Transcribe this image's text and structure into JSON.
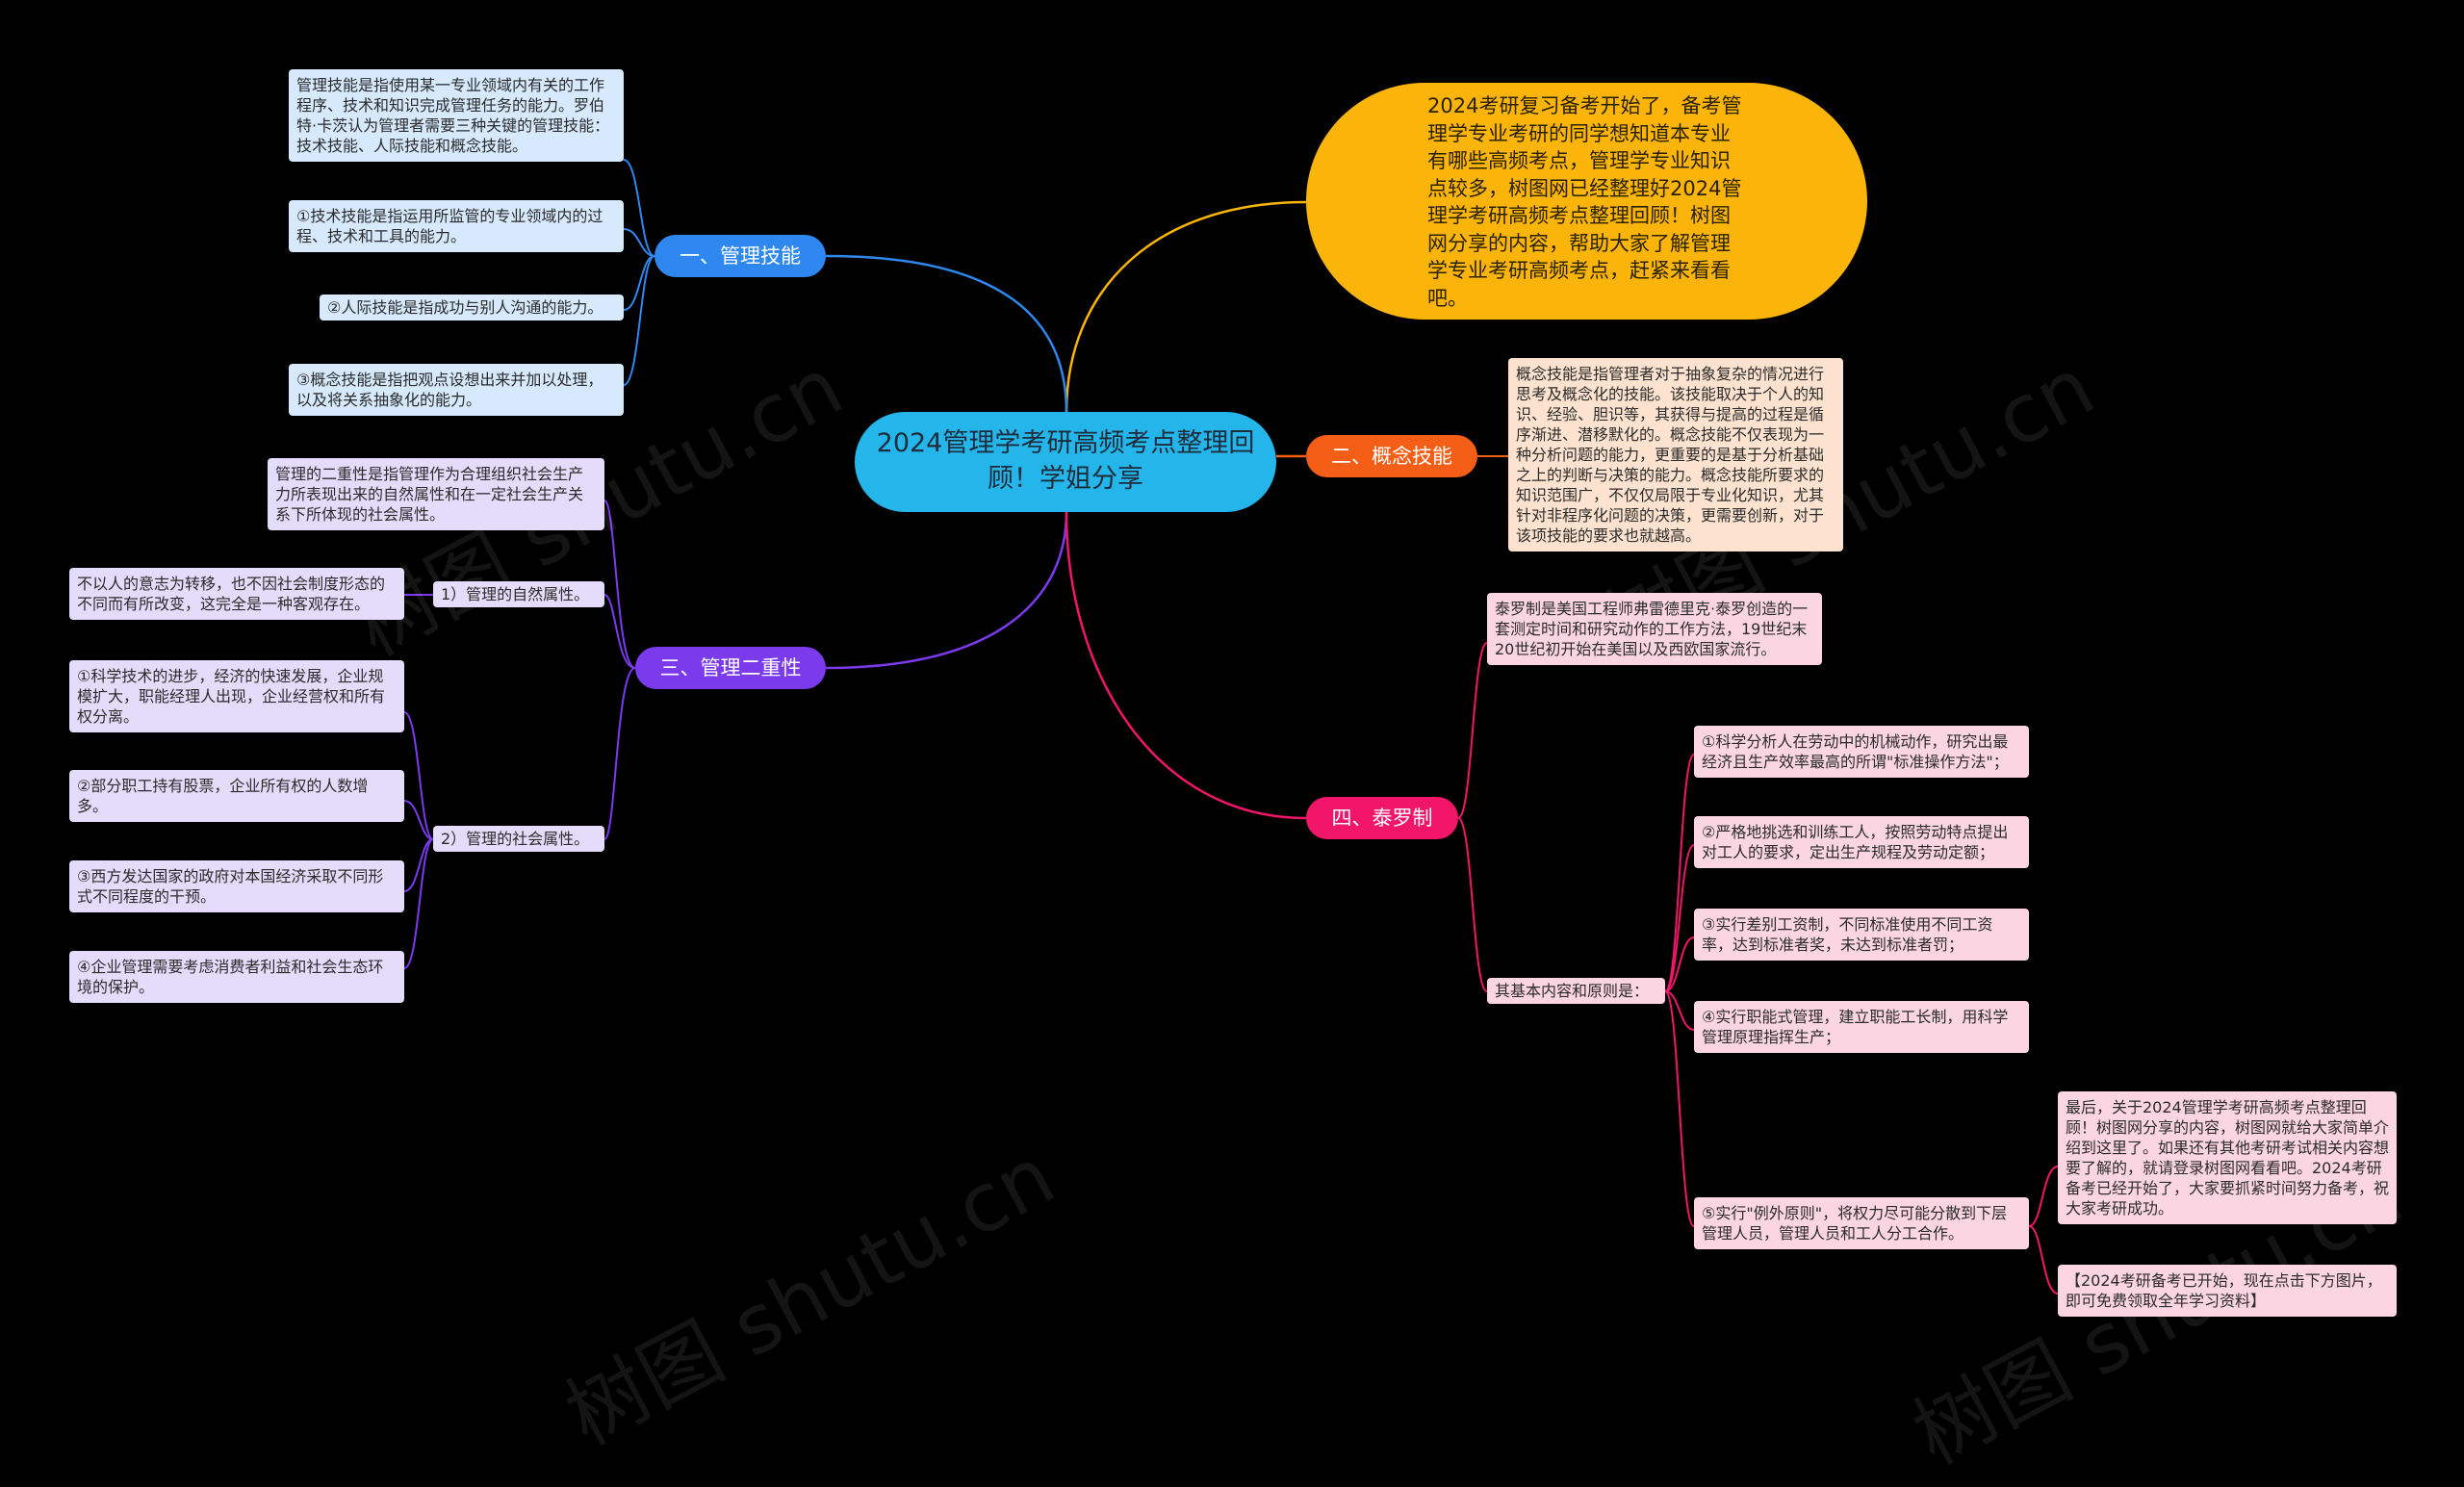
{
  "root": {
    "title": "2024管理学考研高频考点整理回顾！学姐分享"
  },
  "intro": {
    "text": "2024考研复习备考开始了，备考管理学专业考研的同学想知道本专业有哪些高频考点，管理学专业知识点较多，树图网已经整理好2024管理学考研高频考点整理回顾！树图网分享的内容，帮助大家了解管理学专业考研高频考点，赶紧来看看吧。"
  },
  "b1": {
    "label": "一、管理技能",
    "items": [
      "管理技能是指使用某一专业领域内有关的工作程序、技术和知识完成管理任务的能力。罗伯特·卡茨认为管理者需要三种关键的管理技能：技术技能、人际技能和概念技能。",
      "①技术技能是指运用所监管的专业领域内的过程、技术和工具的能力。",
      "②人际技能是指成功与别人沟通的能力。",
      "③概念技能是指把观点设想出来并加以处理，以及将关系抽象化的能力。"
    ]
  },
  "b2": {
    "label": "二、概念技能",
    "text": "概念技能是指管理者对于抽象复杂的情况进行思考及概念化的技能。该技能取决于个人的知识、经验、胆识等，其获得与提高的过程是循序渐进、潜移默化的。概念技能不仅表现为一种分析问题的能力，更重要的是基于分析基础之上的判断与决策的能力。概念技能所要求的知识范围广，不仅仅局限于专业化知识，尤其针对非程序化问题的决策，更需要创新，对于该项技能的要求也就越高。"
  },
  "b3": {
    "label": "三、管理二重性",
    "intro": "管理的二重性是指管理作为合理组织社会生产力所表现出来的自然属性和在一定社会生产关系下所体现的社会属性。",
    "natural": {
      "label": "1）管理的自然属性。",
      "detail": "不以人的意志为转移，也不因社会制度形态的不同而有所改变，这完全是一种客观存在。"
    },
    "social": {
      "label": "2）管理的社会属性。",
      "items": [
        "①科学技术的进步，经济的快速发展，企业规模扩大，职能经理人出现，企业经营权和所有权分离。",
        "②部分职工持有股票，企业所有权的人数增多。",
        "③西方发达国家的政府对本国经济采取不同形式不同程度的干预。",
        "④企业管理需要考虑消费者利益和社会生态环境的保护。"
      ]
    }
  },
  "b4": {
    "label": "四、泰罗制",
    "intro": "泰罗制是美国工程师弗雷德里克·泰罗创造的一套测定时间和研究动作的工作方法，19世纪末20世纪初开始在美国以及西欧国家流行。",
    "principles_label": "其基本内容和原则是：",
    "principles": [
      "①科学分析人在劳动中的机械动作，研究出最经济且生产效率最高的所谓\"标准操作方法\"；",
      "②严格地挑选和训练工人，按照劳动特点提出对工人的要求，定出生产规程及劳动定额；",
      "③实行差别工资制，不同标准使用不同工资率，达到标准者奖，未达到标准者罚；",
      "④实行职能式管理，建立职能工长制，用科学管理原理指挥生产；",
      "⑤实行\"例外原则\"，将权力尽可能分散到下层管理人员，管理人员和工人分工合作。"
    ],
    "closing": "最后，关于2024管理学考研高频考点整理回顾！树图网分享的内容，树图网就给大家简单介绍到这里了。如果还有其他考研考试相关内容想要了解的，就请登录树图网看看吧。2024考研备考已经开始了，大家要抓紧时间努力备考，祝大家考研成功。",
    "promo": "【2024考研备考已开始，现在点击下方图片，即可免费领取全年学习资料】"
  },
  "watermark": "树图 shutu.cn",
  "colors": {
    "bg": "#000000",
    "root": "#24b6ea",
    "intro": "#fbb50a",
    "b1": "#2e88f0",
    "b2": "#f55e16",
    "b3": "#7c3aed",
    "b4": "#f2166a"
  }
}
